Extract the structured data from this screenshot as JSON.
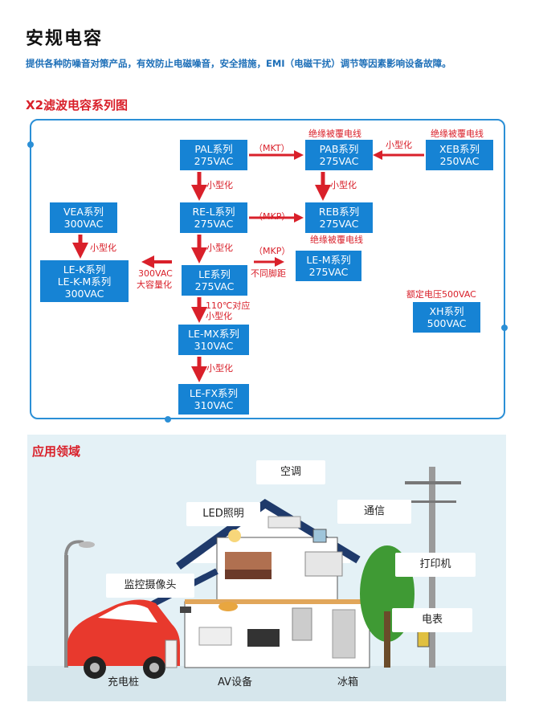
{
  "page": {
    "title": "安规电容",
    "intro": "提供各种防噪音对策产品，有效防止电磁噪音，安全措施，EMI（电磁干扰）调节等因素影响设备故障。",
    "series_heading": "X2滤波电容系列图",
    "app_heading": "应用领域"
  },
  "diagram": {
    "boxes": {
      "pal": {
        "name": "PAL系列",
        "voltage": "275VAC"
      },
      "pab": {
        "name": "PAB系列",
        "voltage": "275VAC"
      },
      "xeb": {
        "name": "XEB系列",
        "voltage": "250VAC"
      },
      "rel": {
        "name": "RE-L系列",
        "voltage": "275VAC"
      },
      "reb": {
        "name": "REB系列",
        "voltage": "275VAC"
      },
      "vea": {
        "name": "VEA系列",
        "voltage": "300VAC"
      },
      "lek": {
        "name": "LE-K系列",
        "name2": "LE-K-M系列",
        "voltage": "300VAC"
      },
      "le": {
        "name": "LE系列",
        "voltage": "275VAC"
      },
      "lem": {
        "name": "LE-M系列",
        "voltage": "275VAC"
      },
      "lemx": {
        "name": "LE-MX系列",
        "voltage": "310VAC"
      },
      "lefx": {
        "name": "LE-FX系列",
        "voltage": "310VAC"
      },
      "xh": {
        "name": "XH系列",
        "voltage": "500VAC"
      }
    },
    "labels": {
      "mkt": "（MKT）",
      "mkp1": "（MKP）",
      "mkp2": "（MKP）",
      "insulated1": "绝缘被覆电线",
      "insulated2": "绝缘被覆电线",
      "insulated3": "绝缘被覆电线",
      "mini1": "小型化",
      "mini2": "小型化",
      "mini3": "小型化",
      "mini4": "小型化",
      "mini5": "小型化",
      "mini6": "小型化",
      "pitch": "不同脚距",
      "v300": "300VAC",
      "bigcap": "大容量化",
      "t110": "110℃对应",
      "mini7": "小型化",
      "rated": "额定电压500VAC"
    }
  },
  "applications": {
    "air_con": "空调",
    "led": "LED照明",
    "telecom": "通信",
    "camera": "监控摄像头",
    "printer": "打印机",
    "meter": "电表",
    "charger": "充电桩",
    "av": "AV设备",
    "fridge": "冰箱"
  },
  "colors": {
    "accent_blue": "#1683d4",
    "frame_blue": "#2b8fd6",
    "red": "#d9202a",
    "panel_bg": "#e4f1f6"
  }
}
